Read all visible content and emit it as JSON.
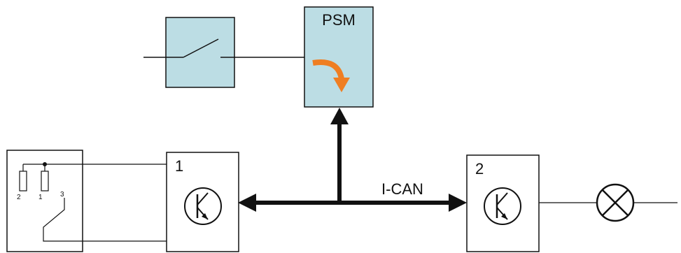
{
  "labels": {
    "psm": "PSM",
    "bus": "I-CAN",
    "node1": "1",
    "node2": "2",
    "sensor_pin_2": "2",
    "sensor_pin_1": "1",
    "sensor_pin_3": "3"
  },
  "colors": {
    "box_fill": "#bcdde4",
    "arrow_orange": "#ef7e22",
    "line": "#111111"
  },
  "icons": {
    "switch": "switch-icon",
    "arrow": "curved-arrow-icon",
    "transistor": "transistor-icon",
    "lamp": "lamp-icon"
  }
}
